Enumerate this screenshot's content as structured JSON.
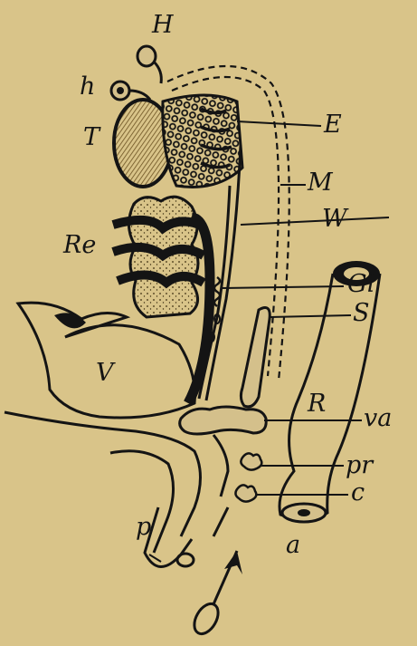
{
  "labels": {
    "H": "H",
    "h": "h",
    "T": "T",
    "E": "E",
    "M": "M",
    "W": "W",
    "Re": "Re",
    "Gi": "Gi",
    "S": "S",
    "V": "V",
    "R": "R",
    "va": "va",
    "pr": "pr",
    "c": "c",
    "p": "p",
    "a": "a"
  },
  "colors": {
    "paper": "#d9c489",
    "ink": "#141414",
    "organ_fill": "#d4c08b",
    "hatch": "#6a5020"
  },
  "symbol": "male-symbol"
}
